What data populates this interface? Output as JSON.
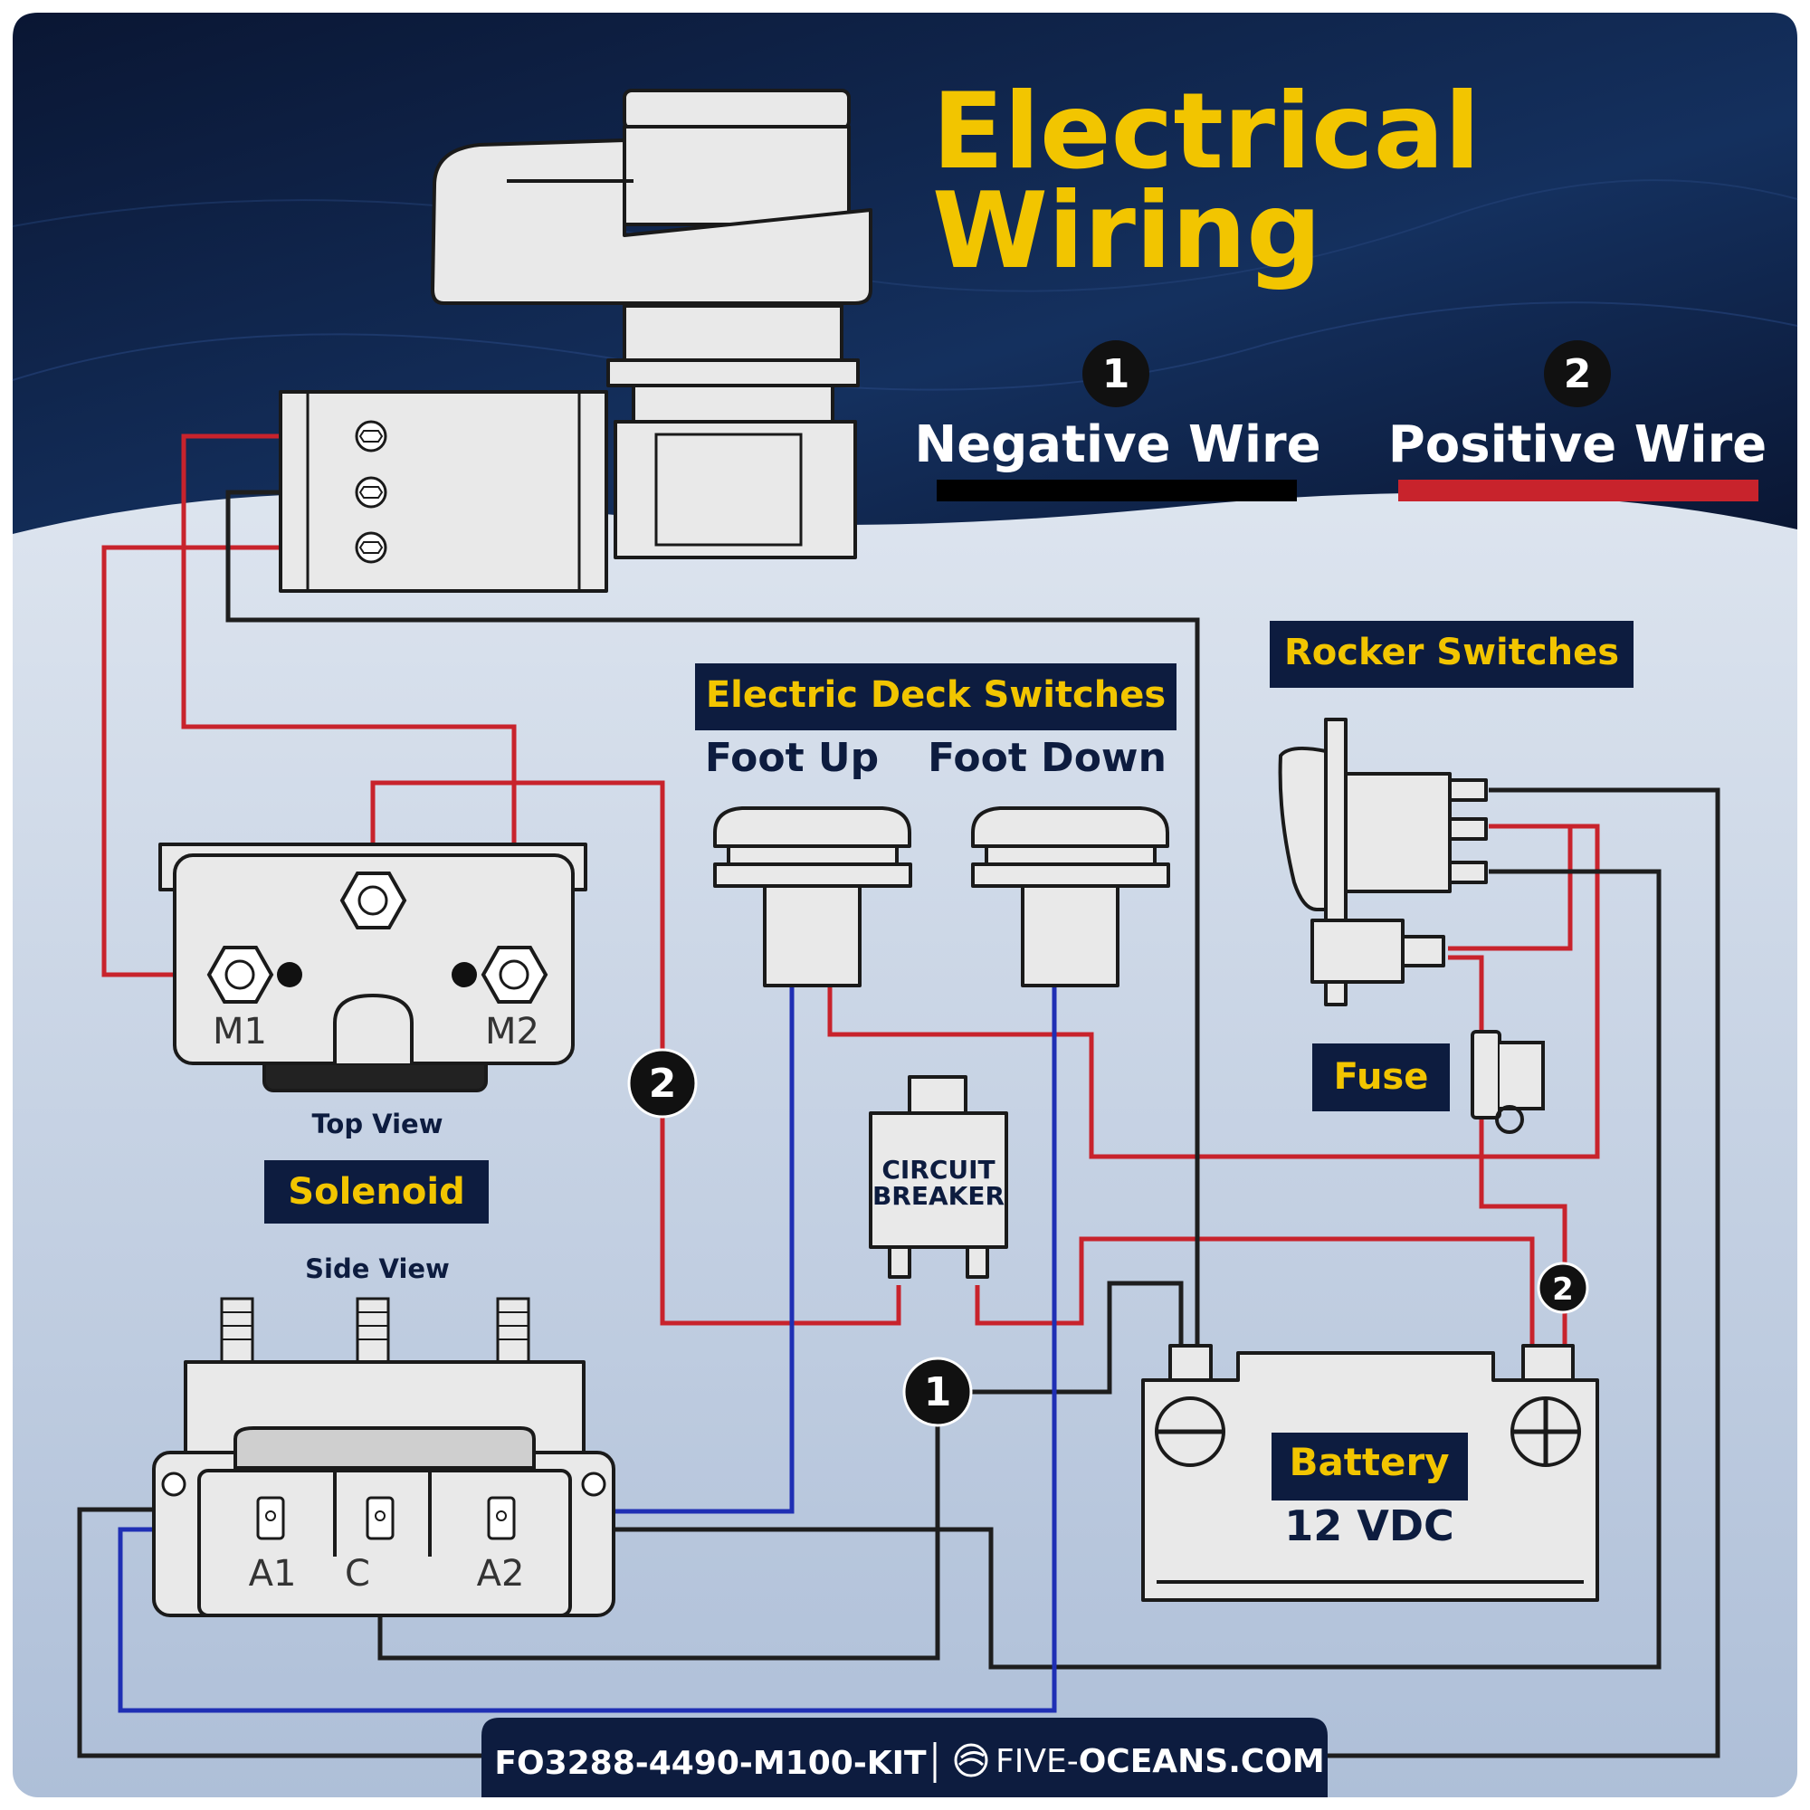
{
  "title": {
    "line1": "Electrical",
    "line2": "Wiring"
  },
  "legend": [
    {
      "number": "1",
      "label": "Negative Wire",
      "color": "#000000"
    },
    {
      "number": "2",
      "label": "Positive Wire",
      "color": "#c8232c"
    }
  ],
  "labels": {
    "electric_deck_switches": "Electric Deck Switches",
    "foot_up": "Foot Up",
    "foot_down": "Foot Down",
    "rocker_switches": "Rocker Switches",
    "fuse": "Fuse",
    "solenoid": "Solenoid",
    "top_view": "Top View",
    "side_view": "Side View",
    "circuit_breaker_line1": "CIRCUIT",
    "circuit_breaker_line2": "BREAKER",
    "battery": "Battery",
    "battery_voltage": "12 VDC"
  },
  "terminals": {
    "m1": "M1",
    "m2": "M2",
    "a1": "A1",
    "c": "C",
    "a2": "A2"
  },
  "badges": {
    "positive": "2",
    "negative": "1"
  },
  "footer": {
    "part_number": "FO3288-4490-M100-KIT",
    "site_prefix": "FIVE-",
    "site_main": "OCEANS.COM"
  },
  "colors": {
    "navy": "#0d1c3f",
    "yellow": "#f2c500",
    "red_wire": "#c8232c",
    "black_wire": "#1e1e1e",
    "blue_wire": "#1f2fb4"
  }
}
